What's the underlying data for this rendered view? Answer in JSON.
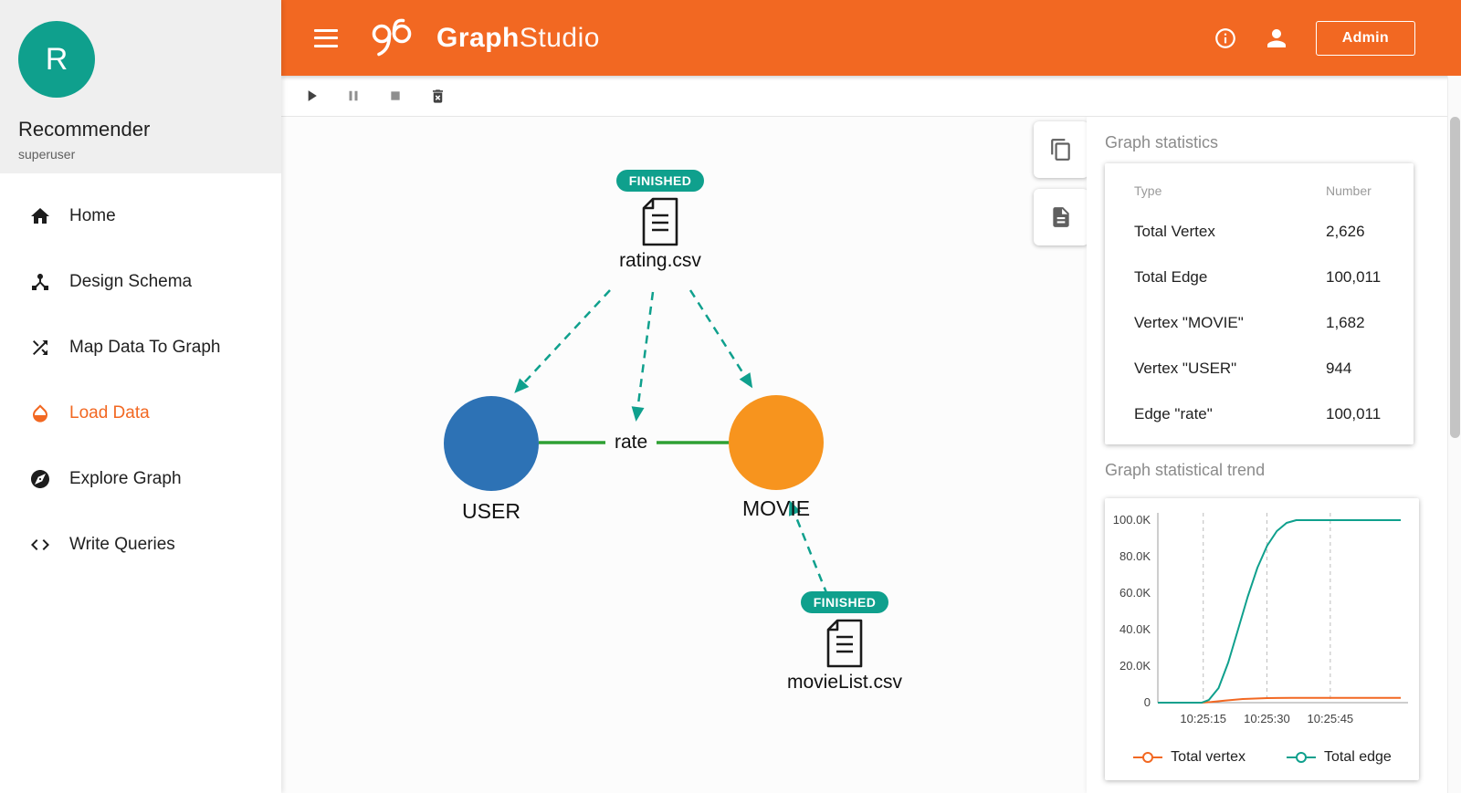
{
  "header": {
    "title_bold": "Graph",
    "title_light": "Studio",
    "admin_label": "Admin"
  },
  "sidebar": {
    "avatar_letter": "R",
    "graph_name": "Recommender",
    "user_role": "superuser",
    "items": [
      {
        "label": "Home",
        "icon": "home-icon",
        "active": false
      },
      {
        "label": "Design Schema",
        "icon": "schema-icon",
        "active": false
      },
      {
        "label": "Map Data To Graph",
        "icon": "shuffle-icon",
        "active": false
      },
      {
        "label": "Load Data",
        "icon": "droplet-icon",
        "active": true
      },
      {
        "label": "Explore Graph",
        "icon": "compass-icon",
        "active": false
      },
      {
        "label": "Write Queries",
        "icon": "code-icon",
        "active": false
      }
    ]
  },
  "toolbar": {
    "buttons": [
      {
        "icon": "play-icon"
      },
      {
        "icon": "pause-icon"
      },
      {
        "icon": "stop-icon"
      },
      {
        "icon": "delete-icon"
      }
    ]
  },
  "canvas": {
    "files": [
      {
        "name": "rating.csv",
        "status": "FINISHED"
      },
      {
        "name": "movieList.csv",
        "status": "FINISHED"
      }
    ],
    "nodes": [
      {
        "label": "USER",
        "color": "#2D72B5"
      },
      {
        "label": "MOVIE",
        "color": "#F7941E"
      }
    ],
    "edge_label": "rate"
  },
  "right_panel": {
    "statistics": {
      "title": "Graph statistics",
      "columns": [
        "Type",
        "Number"
      ],
      "rows": [
        {
          "type": "Total Vertex",
          "number": "2,626"
        },
        {
          "type": "Total Edge",
          "number": "100,011"
        },
        {
          "type": "Vertex \"MOVIE\"",
          "number": "1,682"
        },
        {
          "type": "Vertex \"USER\"",
          "number": "944"
        },
        {
          "type": "Edge \"rate\"",
          "number": "100,011"
        }
      ]
    },
    "trend": {
      "title": "Graph statistical trend"
    }
  },
  "chart_data": {
    "type": "line",
    "title": "Graph statistical trend",
    "x_ticks": [
      "10:25:15",
      "10:25:30",
      "10:25:45"
    ],
    "x_tick_fractions": [
      0.187,
      0.449,
      0.71
    ],
    "ylim": [
      0,
      100000
    ],
    "y_ticks": [
      0,
      20000,
      40000,
      60000,
      80000,
      100000
    ],
    "y_tick_labels": [
      "0",
      "20.0K",
      "40.0K",
      "60.0K",
      "80.0K",
      "100.0K"
    ],
    "grid": "vertical-dashed",
    "legend_position": "bottom",
    "series": [
      {
        "name": "Total vertex",
        "color": "#F26822",
        "points": [
          [
            0,
            0
          ],
          [
            0.18,
            0
          ],
          [
            0.22,
            400
          ],
          [
            0.28,
            1200
          ],
          [
            0.35,
            2000
          ],
          [
            0.45,
            2500
          ],
          [
            0.55,
            2626
          ],
          [
            1,
            2626
          ]
        ]
      },
      {
        "name": "Total edge",
        "color": "#0FA08D",
        "points": [
          [
            0,
            0
          ],
          [
            0.18,
            0
          ],
          [
            0.21,
            1500
          ],
          [
            0.25,
            8000
          ],
          [
            0.29,
            22000
          ],
          [
            0.33,
            40000
          ],
          [
            0.37,
            58000
          ],
          [
            0.41,
            74000
          ],
          [
            0.45,
            86000
          ],
          [
            0.49,
            94000
          ],
          [
            0.53,
            98500
          ],
          [
            0.57,
            100011
          ],
          [
            1,
            100011
          ]
        ]
      }
    ]
  },
  "colors": {
    "brand_orange": "#F26822",
    "teal": "#0FA08D",
    "node_blue": "#2D72B5",
    "node_orange": "#F7941E",
    "edge_green": "#2EA033"
  }
}
